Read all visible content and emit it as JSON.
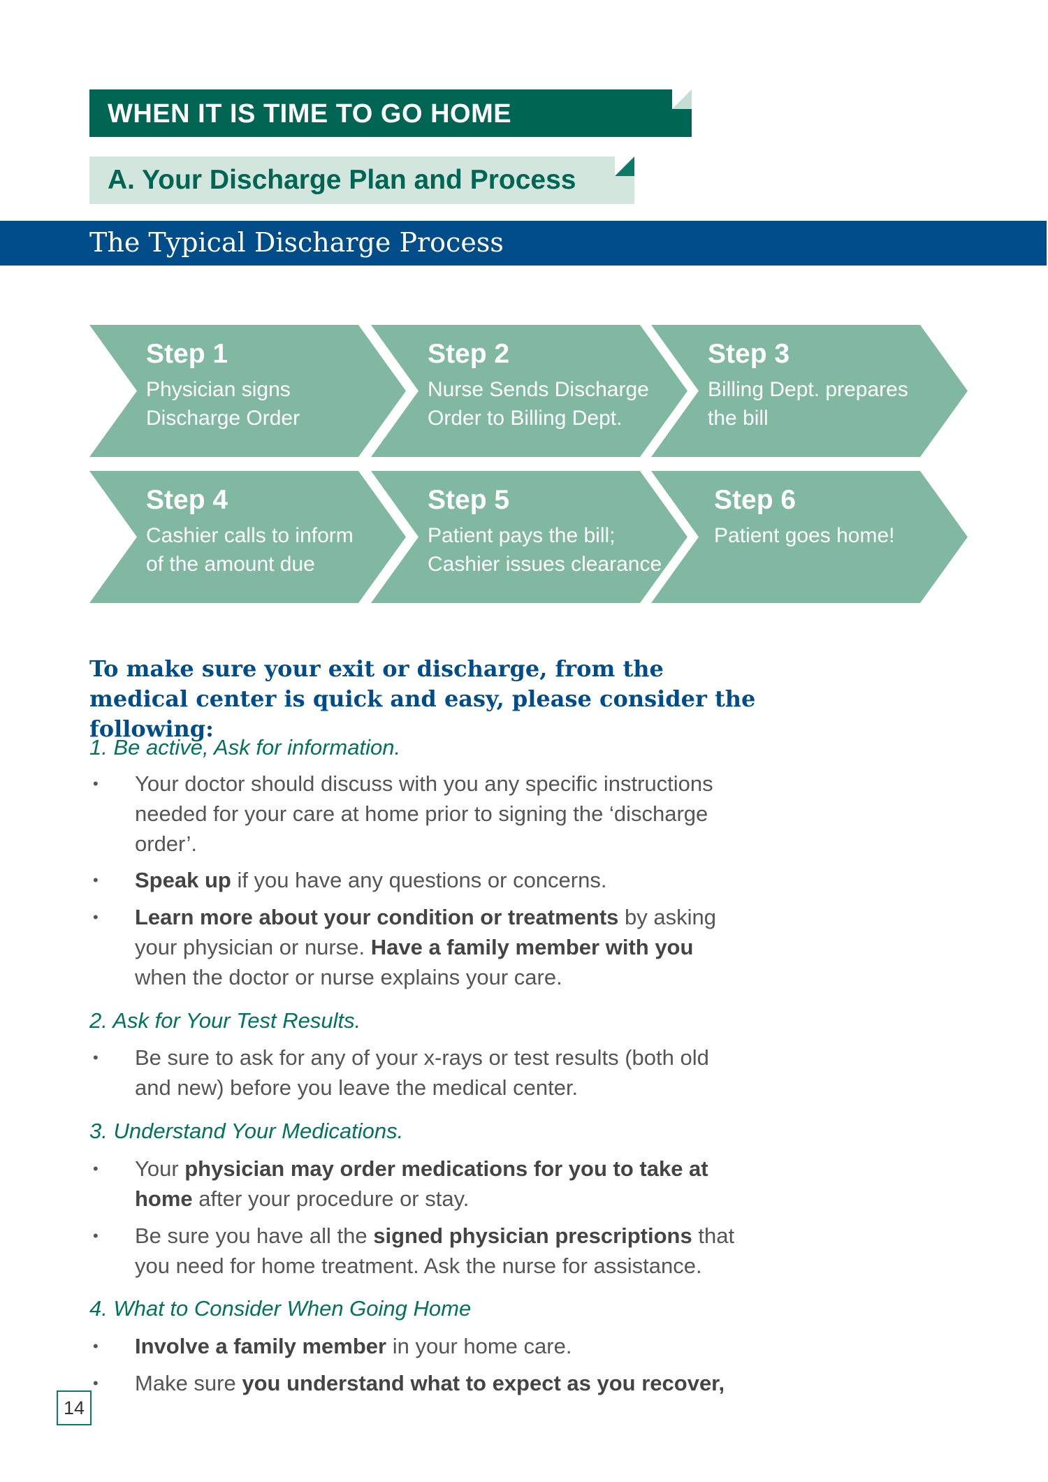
{
  "header": {
    "section": "WHEN IT IS TIME TO GO HOME",
    "subsection": "A. Your Discharge Plan and Process",
    "band": "The Typical Discharge Process"
  },
  "colors": {
    "dark_green": "#006653",
    "light_green": "#d3e6de",
    "chevron": "#80b8a2",
    "blue": "#004d89"
  },
  "steps": [
    {
      "title": "Step 1",
      "desc": "Physician signs\nDischarge Order"
    },
    {
      "title": "Step 2",
      "desc": "Nurse Sends Discharge\nOrder to Billing Dept."
    },
    {
      "title": "Step 3",
      "desc": "Billing Dept. prepares\nthe bill"
    },
    {
      "title": "Step 4",
      "desc": "Cashier calls to inform\nof the amount due"
    },
    {
      "title": "Step 5",
      "desc": "Patient pays the bill;\nCashier issues clearance"
    },
    {
      "title": "Step 6",
      "desc": "Patient goes home!"
    }
  ],
  "intro": "To make sure your exit or discharge, from the medical center is quick and easy, please consider the following:",
  "sections": [
    {
      "heading": "1. Be active, Ask for information.",
      "bullets": [
        [
          {
            "t": "Your doctor should discuss with you any specific instructions needed for your care at home prior to signing the ‘discharge order’."
          }
        ],
        [
          {
            "t": "Speak up",
            "b": true
          },
          {
            "t": " if you have any questions or concerns."
          }
        ],
        [
          {
            "t": "Learn more about your condition or treatments",
            "b": true
          },
          {
            "t": " by asking your physician or nurse. "
          },
          {
            "t": "Have a family member with you",
            "b": true
          },
          {
            "t": " when the doctor or nurse explains your care."
          }
        ]
      ]
    },
    {
      "heading": "2. Ask for Your Test Results.",
      "bullets": [
        [
          {
            "t": "Be sure to ask for any of your x-rays or test results (both old and new) before you leave the medical center."
          }
        ]
      ]
    },
    {
      "heading": "3. Understand Your Medications.",
      "bullets": [
        [
          {
            "t": "Your "
          },
          {
            "t": "physician may order medications for you to take at home",
            "b": true
          },
          {
            "t": " after your procedure or stay."
          }
        ],
        [
          {
            "t": "Be sure you have all the "
          },
          {
            "t": "signed physician prescriptions",
            "b": true
          },
          {
            "t": " that you need for home treatment. Ask the nurse for assistance."
          }
        ]
      ]
    },
    {
      "heading": "4. What to Consider When Going Home",
      "bullets": [
        [
          {
            "t": "Involve a family member",
            "b": true
          },
          {
            "t": " in your home care."
          }
        ],
        [
          {
            "t": "Make sure "
          },
          {
            "t": "you understand what to expect as you recover,",
            "b": true
          }
        ]
      ]
    }
  ],
  "bullet_char": "•",
  "page_number": "14"
}
